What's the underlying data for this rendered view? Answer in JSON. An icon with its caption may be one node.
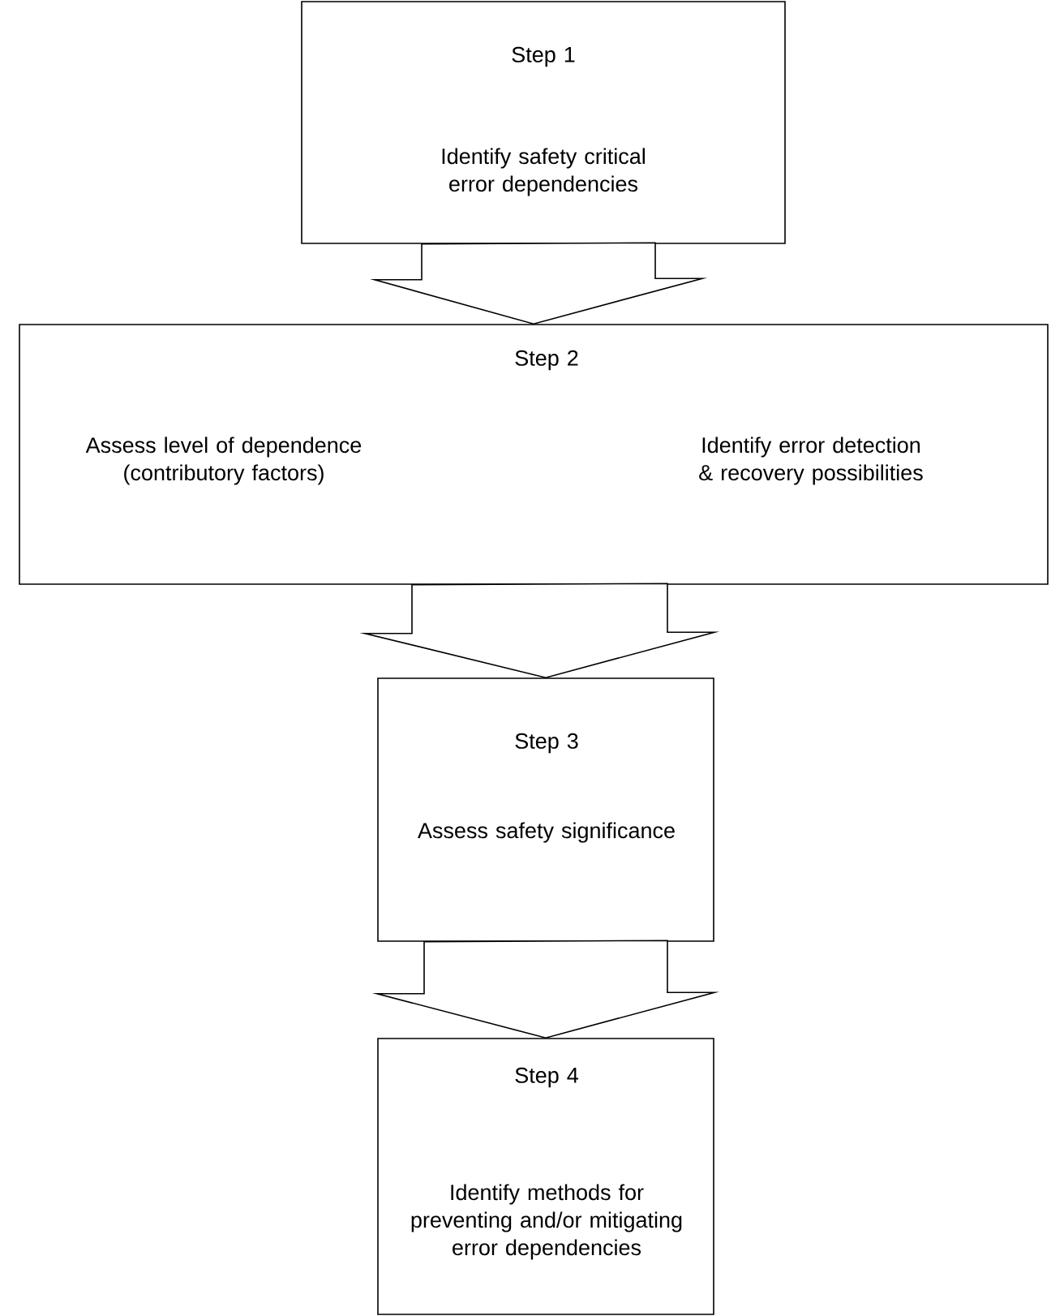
{
  "diagram": {
    "nodes": [
      {
        "text": [
          "Step 1",
          "Identify safety critical error dependencies"
        ]
      },
      {
        "text": [
          "Step 2",
          "Assess level of dependence (contributory factors)",
          "Identify error detection & recovery possibilities"
        ]
      },
      {
        "text": [
          "Step 3",
          "Assess safety significance"
        ]
      },
      {
        "text": [
          "Step 4",
          "Identify methods for preventing and/or mitigating error dependencies"
        ]
      }
    ],
    "edges": [
      {
        "from": 0,
        "to": 1,
        "arrow": "to"
      },
      {
        "from": 1,
        "to": 2,
        "arrow": "to"
      },
      {
        "from": 2,
        "to": 3,
        "arrow": "to"
      }
    ]
  }
}
